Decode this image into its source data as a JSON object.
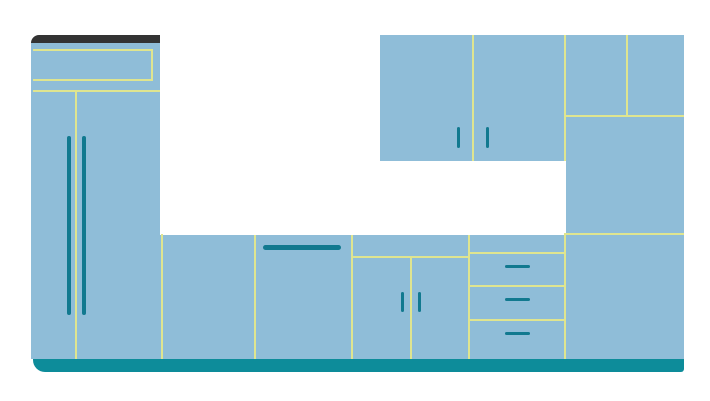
{
  "scene": {
    "kind": "kitchen-cabinets-illustration",
    "colors": {
      "cabinet": "#8fbdd8",
      "seam": "#dfe58f",
      "handle": "#11798f",
      "toe_kick": "#0d8c9a",
      "counter_top": "#333333"
    },
    "components": [
      "tall-refrigerator-unit",
      "upper-wall-cabinets",
      "right-tall-pantry",
      "dishwasher",
      "sink-base-cabinet",
      "drawer-stack"
    ]
  }
}
